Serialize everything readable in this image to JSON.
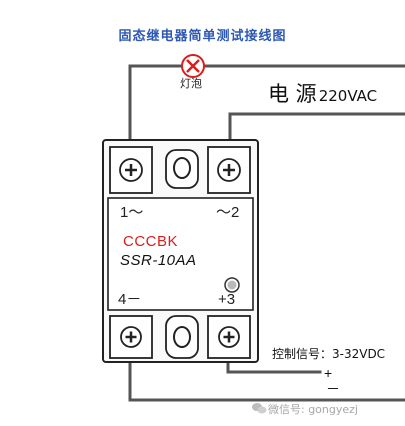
{
  "title": "固态继电器简单测试接线图",
  "lamp": {
    "label": "灯泡"
  },
  "power": {
    "label": "电 源",
    "value": "220VAC"
  },
  "relay": {
    "brand": "CCCBK",
    "model": "SSR-10AA",
    "terminals": {
      "t1": "1～",
      "t2": "～2",
      "t3": "+3",
      "t4": "4－"
    }
  },
  "control": {
    "label": "控制信号：3-32VDC",
    "plus": "+",
    "minus": "－"
  },
  "watermark": {
    "text": "微信号: gongyezj",
    "icon": "wechat-icon"
  },
  "colors": {
    "title": "#2c57b4",
    "brand": "#d81e1e",
    "lamp_x": "#d81e1e",
    "wire": "#555555"
  }
}
